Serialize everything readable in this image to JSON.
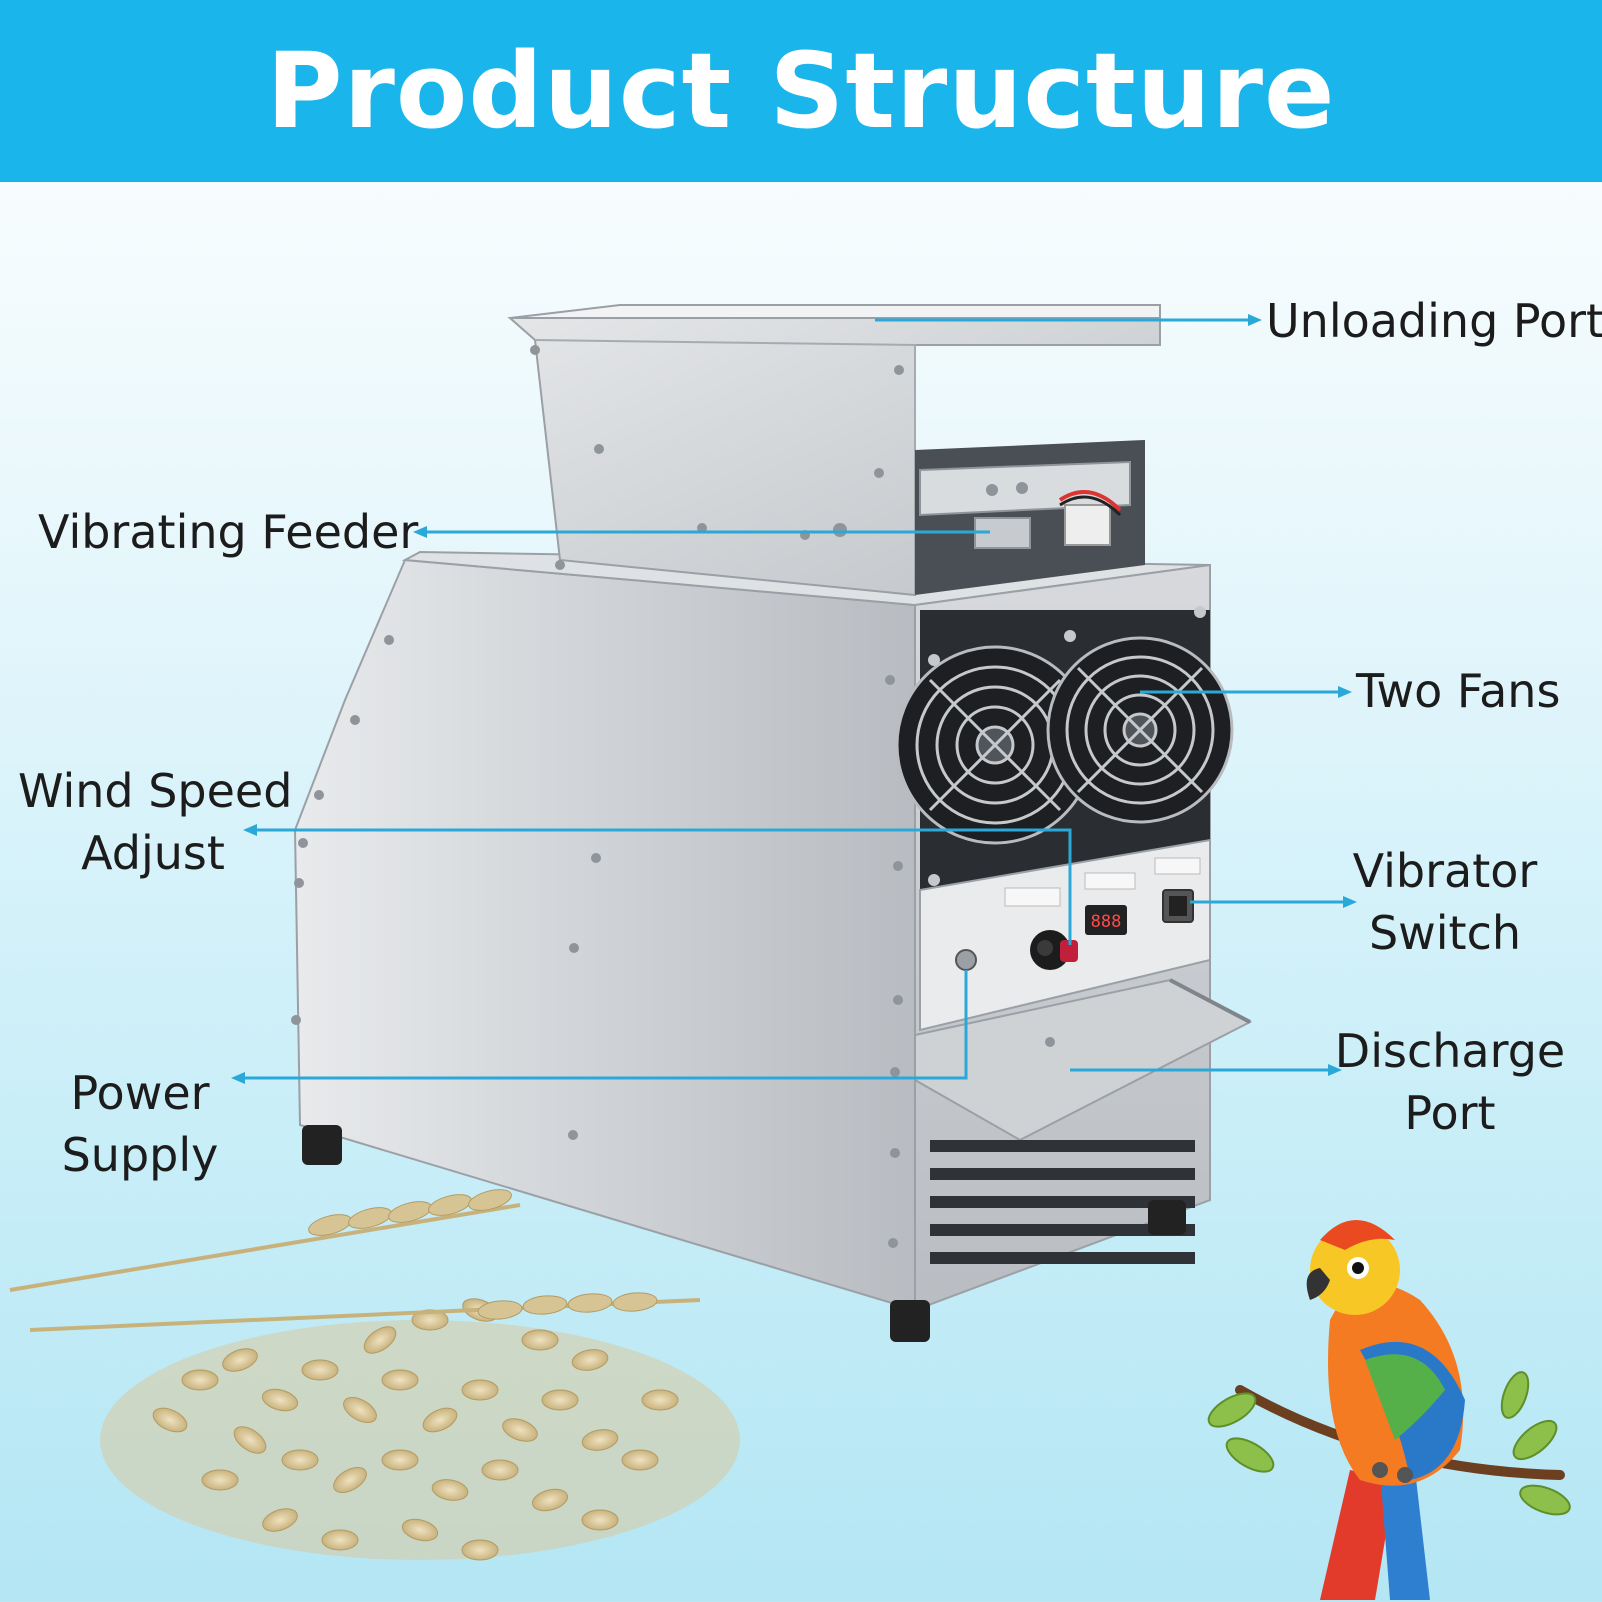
{
  "banner": {
    "title": "Product Structure",
    "color": "#1ab5ea"
  },
  "labels": {
    "unloading_port": "Unloading Port",
    "vibrating_feeder": "Vibrating Feeder",
    "two_fans": "Two Fans",
    "wind_speed_line1": "Wind Speed",
    "wind_speed_line2": "Adjust",
    "vibrator_switch_line1": "Vibrator",
    "vibrator_switch_line2": "Switch",
    "discharge_port_line1": "Discharge",
    "discharge_port_line2": "Port",
    "power_supply_line1": "Power",
    "power_supply_line2": "Supply"
  },
  "display": {
    "readout": "888"
  },
  "colors": {
    "leader_line": "#2aa8d8",
    "steel": "#c9ccd0"
  }
}
